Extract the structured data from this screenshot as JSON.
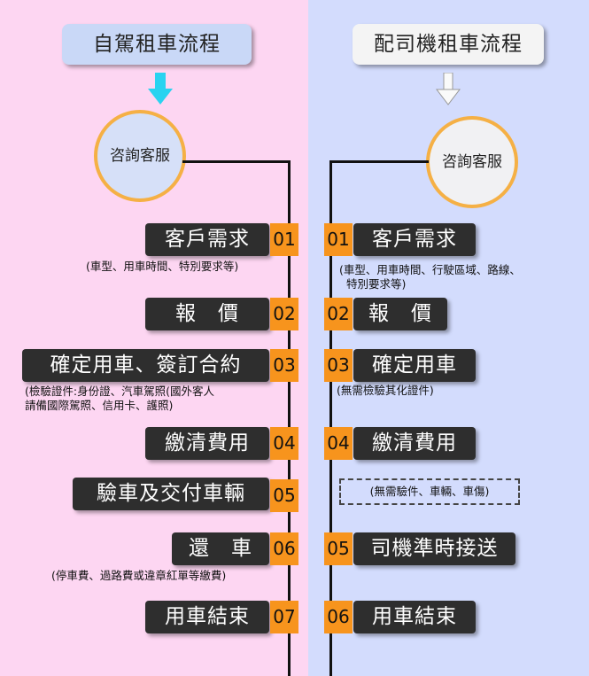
{
  "left": {
    "title": "自駕租車流程",
    "circle": "咨詢客服",
    "steps": [
      {
        "num": "01",
        "label": "客戶需求",
        "note": "(車型、用車時間、特別要求等)"
      },
      {
        "num": "02",
        "label": "報　價"
      },
      {
        "num": "03",
        "label": "確定用車、簽訂合約",
        "note_line1": "(檢驗證件:身份證、汽車駕照(國外客人",
        "note_line2": "請備國際駕照、信用卡、護照)"
      },
      {
        "num": "04",
        "label": "繳清費用"
      },
      {
        "num": "05",
        "label": "驗車及交付車輛"
      },
      {
        "num": "06",
        "label": "還　車",
        "note": "(停車費、過路費或違章紅單等繳費)"
      },
      {
        "num": "07",
        "label": "用車結束"
      }
    ]
  },
  "right": {
    "title": "配司機租車流程",
    "circle": "咨詢客服",
    "steps": [
      {
        "num": "01",
        "label": "客戶需求",
        "note_line1": "(車型、用車時間、行駛區域、路線、",
        "note_line2": "特別要求等)"
      },
      {
        "num": "02",
        "label": "報　價"
      },
      {
        "num": "03",
        "label": "確定用車",
        "note": "(無需檢驗其化證件)"
      },
      {
        "num": "04",
        "label": "繳清費用",
        "dashed_note": "(無需驗件、車輛、車傷)"
      },
      {
        "num": "05",
        "label": "司機準時接送"
      },
      {
        "num": "06",
        "label": "用車結束"
      }
    ]
  },
  "colors": {
    "left_bg": "#fdd6f2",
    "right_bg": "#d3dcfd",
    "accent": "#f7941d",
    "circle_border": "#f5b045",
    "left_arrow": "#29d3f0"
  }
}
